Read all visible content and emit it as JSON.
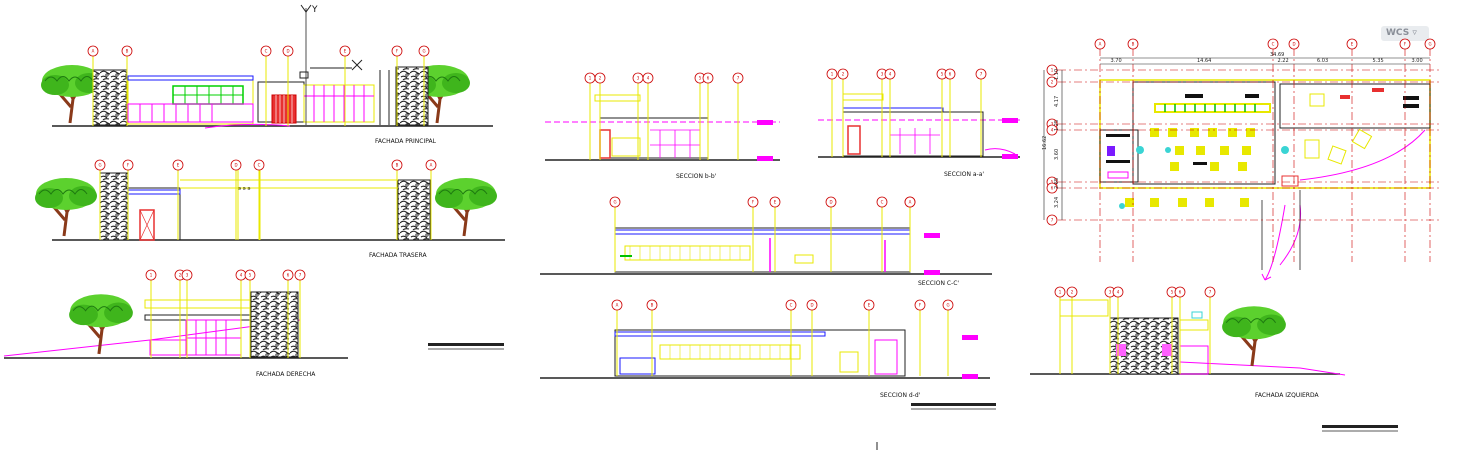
{
  "viewcube": {
    "label": "WCS"
  },
  "axis_symbol": {
    "label": "Y"
  },
  "elevations": {
    "principal": {
      "title": "FACHADA PRINCIPAL",
      "axes": [
        "A",
        "B",
        "C",
        "D",
        "E",
        "F",
        "G"
      ]
    },
    "trasera": {
      "title": "FACHADA TRASERA",
      "axes": [
        "G",
        "F",
        "E",
        "D",
        "C",
        "B",
        "A"
      ]
    },
    "derecha": {
      "title": "FACHADA DERECHA",
      "axes": [
        "1",
        "2",
        "3",
        "4",
        "5",
        "6",
        "7"
      ]
    },
    "izquierda": {
      "title": "FACHADA IZQUIERDA",
      "axes": [
        "1",
        "2",
        "3",
        "4",
        "5",
        "6",
        "7"
      ]
    }
  },
  "sections": {
    "bb": {
      "title": "SECCION b-b'",
      "axes": [
        "1",
        "2",
        "3",
        "4",
        "5",
        "6",
        "7"
      ]
    },
    "aa": {
      "title": "SECCION a-a'",
      "axes": [
        "1",
        "2",
        "3",
        "4",
        "5",
        "6",
        "7"
      ]
    },
    "cc": {
      "title": "SECCION C-C'",
      "axes": [
        "G",
        "F",
        "E",
        "D",
        "C",
        "B",
        "A"
      ]
    },
    "dd": {
      "title": "SECCION d-d'",
      "axes": [
        "A",
        "B",
        "C",
        "D",
        "E",
        "F",
        "G"
      ]
    }
  },
  "plan": {
    "col_axes": [
      "A",
      "B",
      "C",
      "D",
      "E",
      "F",
      "G"
    ],
    "row_axes": [
      "1",
      "2",
      "3",
      "4",
      "5",
      "6",
      "7"
    ],
    "overall_dim": "34.69",
    "top_dims": [
      "3.70",
      "14.64",
      "2.22",
      "6.03",
      "5.35",
      "3.00"
    ],
    "side_dims": [
      "1.10",
      "4.17",
      "1.25",
      "3.60",
      "2.65",
      "3.24"
    ],
    "side_total": "16.62"
  }
}
